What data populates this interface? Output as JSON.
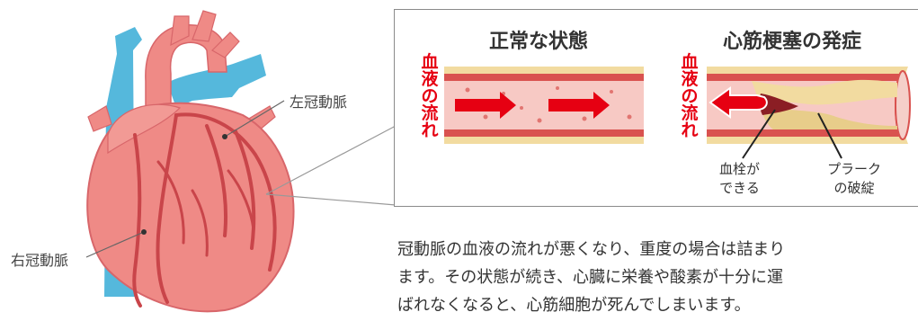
{
  "labels": {
    "left_coronary": "左冠動脈",
    "right_coronary": "右冠動脈"
  },
  "panels": {
    "normal": {
      "title": "正常な状態",
      "flow": [
        "血",
        "液",
        "の",
        "流",
        "れ"
      ]
    },
    "infarction": {
      "title": "心筋梗塞の発症",
      "flow": [
        "血",
        "液",
        "の",
        "流",
        "れ"
      ]
    }
  },
  "callouts": {
    "thrombus": [
      "血栓が",
      "できる"
    ],
    "plaque": [
      "プラーク",
      "の破綻"
    ]
  },
  "description": [
    "冠動脈の血液の流れが悪くなり、重度の場合は詰まり",
    "ます。その状態が続き、心臓に栄養や酸素が十分に運",
    "ばれなくなると、心筋細胞が死んでしまいます。"
  ],
  "colors": {
    "heart": "#ef8a86",
    "heart_dark": "#c9454a",
    "vein_blue": "#55b8dc",
    "flow_red": "#e60012",
    "plaque": "#f2dba0"
  }
}
